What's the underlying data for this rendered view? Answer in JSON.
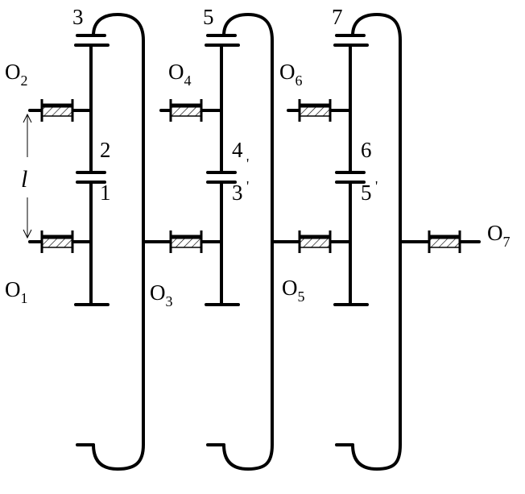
{
  "diagram": {
    "gear_labels": {
      "g1": "1",
      "g2": "2",
      "g3": "3",
      "g3p": "3",
      "g4": "4",
      "g5": "5",
      "g5p": "5",
      "g6": "6",
      "g7": "7",
      "prime": "'"
    },
    "axis_labels": [
      {
        "letter": "O",
        "sub": "1"
      },
      {
        "letter": "O",
        "sub": "2"
      },
      {
        "letter": "O",
        "sub": "3"
      },
      {
        "letter": "O",
        "sub": "4"
      },
      {
        "letter": "O",
        "sub": "5"
      },
      {
        "letter": "O",
        "sub": "6"
      },
      {
        "letter": "O",
        "sub": "7"
      }
    ],
    "distance_label": "l",
    "colors": {
      "line": "#000000",
      "background": "#ffffff"
    }
  }
}
